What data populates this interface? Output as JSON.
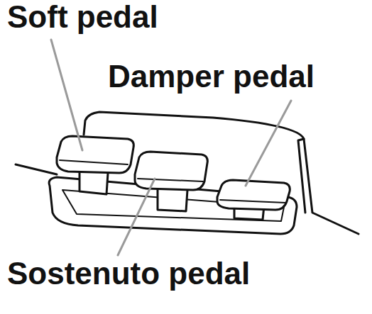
{
  "diagram": {
    "labels": [
      "Soft pedal",
      "Damper pedal",
      "Sostenuto pedal"
    ]
  }
}
